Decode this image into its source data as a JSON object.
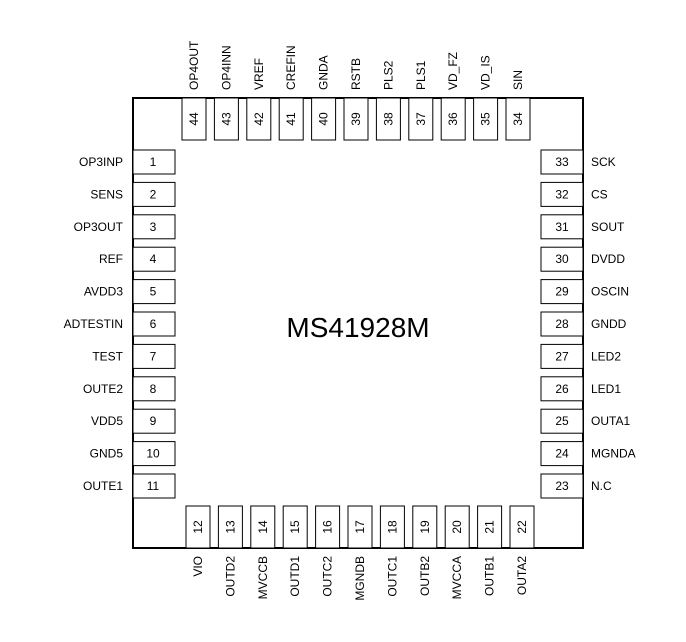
{
  "chip": {
    "name": "MS41928M"
  },
  "pins": {
    "left": [
      {
        "num": "1",
        "label": "OP3INP"
      },
      {
        "num": "2",
        "label": "SENS"
      },
      {
        "num": "3",
        "label": "OP3OUT"
      },
      {
        "num": "4",
        "label": "REF"
      },
      {
        "num": "5",
        "label": "AVDD3"
      },
      {
        "num": "6",
        "label": "ADTESTIN"
      },
      {
        "num": "7",
        "label": "TEST"
      },
      {
        "num": "8",
        "label": "OUTE2"
      },
      {
        "num": "9",
        "label": "VDD5"
      },
      {
        "num": "10",
        "label": "GND5"
      },
      {
        "num": "11",
        "label": "OUTE1"
      }
    ],
    "bottom": [
      {
        "num": "12",
        "label": "VIO"
      },
      {
        "num": "13",
        "label": "OUTD2"
      },
      {
        "num": "14",
        "label": "MVCCB"
      },
      {
        "num": "15",
        "label": "OUTD1"
      },
      {
        "num": "16",
        "label": "OUTC2"
      },
      {
        "num": "17",
        "label": "MGNDB"
      },
      {
        "num": "18",
        "label": "OUTC1"
      },
      {
        "num": "19",
        "label": "OUTB2"
      },
      {
        "num": "20",
        "label": "MVCCA"
      },
      {
        "num": "21",
        "label": "OUTB1"
      },
      {
        "num": "22",
        "label": "OUTA2"
      }
    ],
    "right": [
      {
        "num": "23",
        "label": "N.C"
      },
      {
        "num": "24",
        "label": "MGNDA"
      },
      {
        "num": "25",
        "label": "OUTA1"
      },
      {
        "num": "26",
        "label": "LED1"
      },
      {
        "num": "27",
        "label": "LED2"
      },
      {
        "num": "28",
        "label": "GNDD"
      },
      {
        "num": "29",
        "label": "OSCIN"
      },
      {
        "num": "30",
        "label": "DVDD"
      },
      {
        "num": "31",
        "label": "SOUT"
      },
      {
        "num": "32",
        "label": "CS"
      },
      {
        "num": "33",
        "label": "SCK"
      }
    ],
    "top": [
      {
        "num": "34",
        "label": "SIN"
      },
      {
        "num": "35",
        "label": "VD_IS"
      },
      {
        "num": "36",
        "label": "VD_FZ"
      },
      {
        "num": "37",
        "label": "PLS1"
      },
      {
        "num": "38",
        "label": "PLS2"
      },
      {
        "num": "39",
        "label": "RSTB"
      },
      {
        "num": "40",
        "label": "GNDA"
      },
      {
        "num": "41",
        "label": "CREFIN"
      },
      {
        "num": "42",
        "label": "VREF"
      },
      {
        "num": "43",
        "label": "OP4INN"
      },
      {
        "num": "44",
        "label": "OP4OUT"
      }
    ]
  }
}
